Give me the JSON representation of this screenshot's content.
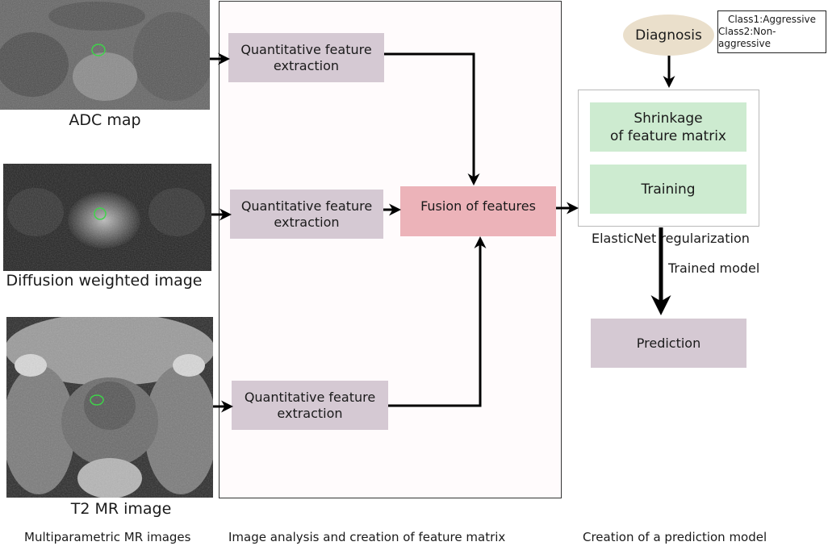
{
  "images": {
    "adc": "ADC map",
    "dwi": "Diffusion weighted image",
    "t2": "T2 MR image"
  },
  "boxes": {
    "qfe1": "Quantitative feature extraction",
    "qfe2": "Quantitative feature extraction",
    "qfe3": "Quantitative feature extraction",
    "fusion": "Fusion of features",
    "diagnosis": "Diagnosis",
    "shrinkage_line1": "Shrinkage",
    "shrinkage_line2": "of feature matrix",
    "training": "Training",
    "prediction": "Prediction"
  },
  "legend": {
    "class1": "Class1:Aggressive",
    "class2": "Class2:Non-aggressive"
  },
  "labels": {
    "elasticnet": "ElasticNet regularization",
    "trained_model": "Trained model"
  },
  "sections": {
    "left": "Multiparametric MR images",
    "middle": "Image analysis and creation of feature matrix",
    "right": "Creation of a prediction model"
  },
  "colors": {
    "feature_box": "#d5c9d3",
    "fusion_box": "#ecb3b9",
    "model_box": "#cdebd0",
    "diagnosis_ellipse": "#eadfcb",
    "roi_contour": "#3fd34a"
  }
}
